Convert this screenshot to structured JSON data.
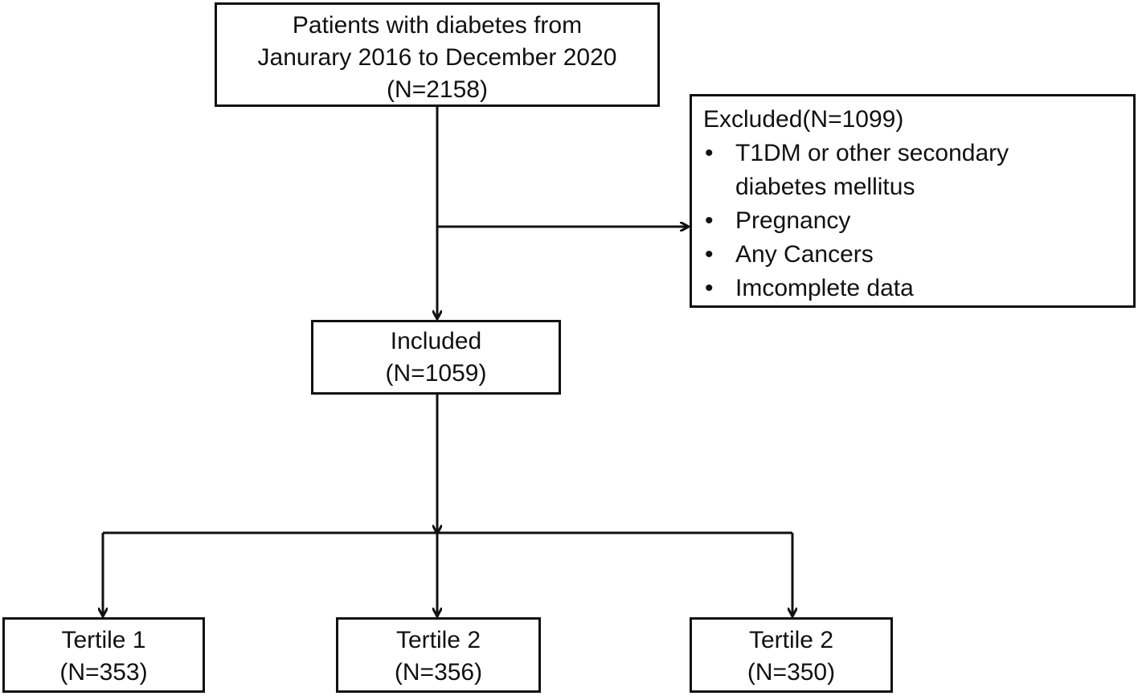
{
  "source": {
    "lines": [
      "Patients with diabetes from",
      "Janurary 2016 to December 2020",
      "(N=2158)"
    ]
  },
  "excluded": {
    "title": "Excluded(N=1099)",
    "items": [
      {
        "lines": [
          "T1DM or other secondary",
          "diabetes mellitus"
        ]
      },
      {
        "lines": [
          "Pregnancy"
        ]
      },
      {
        "lines": [
          "Any Cancers"
        ]
      },
      {
        "lines": [
          "Imcomplete data"
        ]
      }
    ]
  },
  "included": {
    "lines": [
      "Included",
      "(N=1059)"
    ]
  },
  "tertiles": [
    {
      "label": "Tertile 1",
      "count": "(N=353)"
    },
    {
      "label": "Tertile 2",
      "count": "(N=356)"
    },
    {
      "label": "Tertile 2",
      "count": "(N=350)"
    }
  ]
}
